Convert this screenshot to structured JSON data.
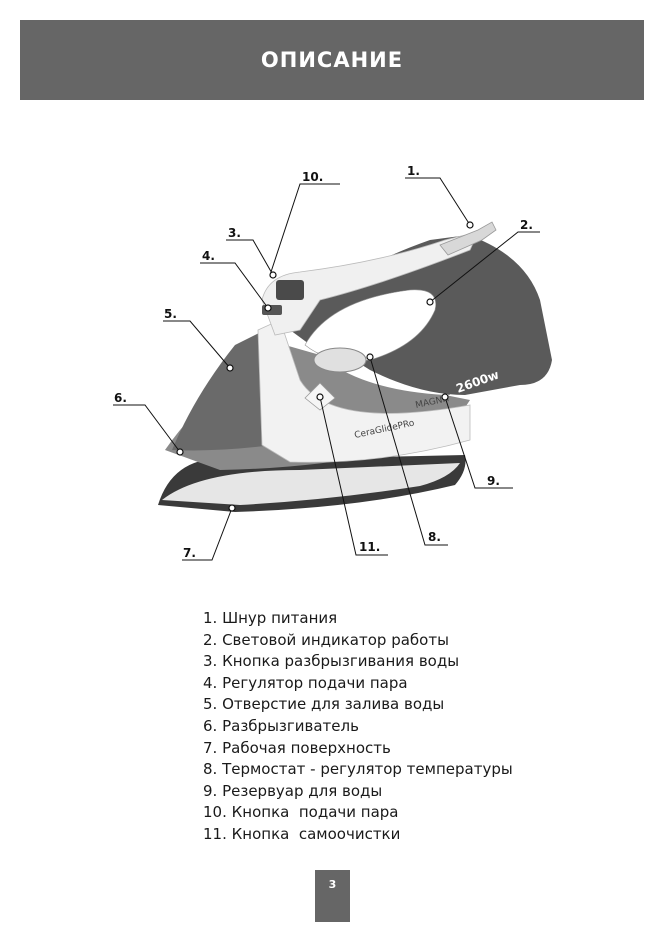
{
  "header": {
    "title": "ОПИСАНИЕ"
  },
  "figure": {
    "callouts": [
      "1.",
      "2.",
      "3.",
      "4.",
      "5.",
      "6.",
      "7.",
      "8.",
      "9.",
      "10.",
      "11."
    ],
    "iron_text": {
      "model": "CeraGlidePRo",
      "brand": "MAGNIT",
      "power": "2600w"
    }
  },
  "legend": {
    "items": [
      "1. Шнур питания",
      "2. Световой индикатор работы",
      "3. Кнопка разбрызгивания воды",
      "4. Регулятор подачи пара",
      "5. Отверстие для залива воды",
      "6. Разбрызгиватель",
      "7. Рабочая поверхность",
      "8. Термостат - регулятор температуры",
      "9. Резервуар для воды",
      "10. Кнопка  подачи пара",
      "11. Кнопка  самоочистки"
    ]
  },
  "footer": {
    "page_number": "3"
  },
  "colors": {
    "header_bg": "#666666",
    "iron_dark": "#5a5a5a",
    "iron_light": "#f2f2f2",
    "soleplate": "#3a3a3a"
  }
}
